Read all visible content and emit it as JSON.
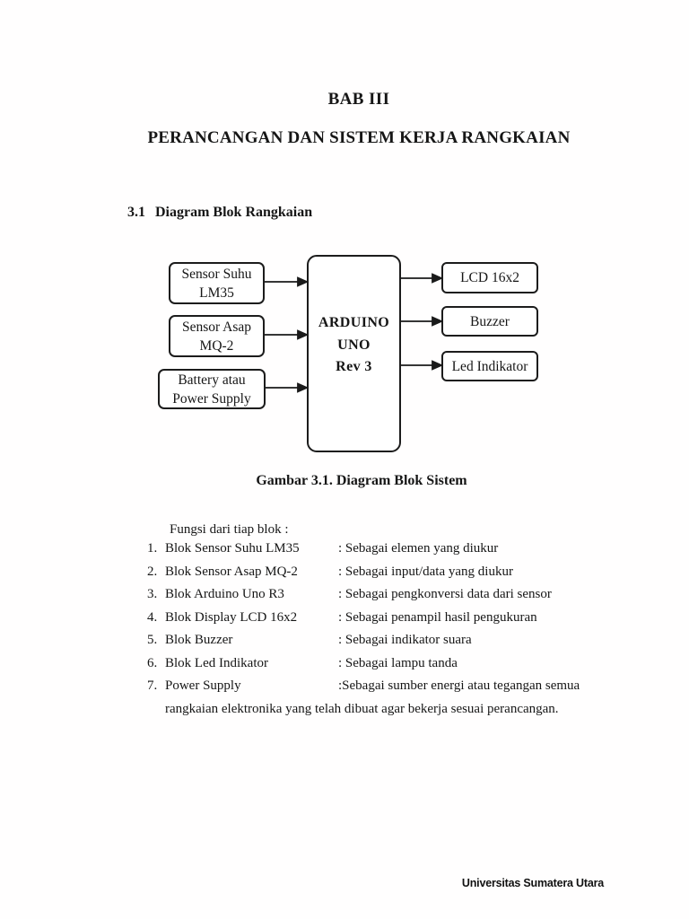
{
  "doc": {
    "chapter_title": "BAB III",
    "chapter_subtitle": "PERANCANGAN DAN SISTEM KERJA RANGKAIAN",
    "section": {
      "number": "3.1",
      "title": "Diagram Blok Rangkaian"
    },
    "figure_caption": "Gambar 3.1. Diagram Blok Sistem",
    "list_intro": "Fungsi dari tiap blok :",
    "footer": "Universitas Sumatera Utara"
  },
  "diagram": {
    "left_blocks": [
      {
        "line1": "Sensor Suhu",
        "line2": "LM35"
      },
      {
        "line1": "Sensor Asap",
        "line2": "MQ-2"
      },
      {
        "line1": "Battery atau",
        "line2": "Power Supply"
      }
    ],
    "center_block": {
      "line1": "ARDUINO",
      "line2": "UNO",
      "line3": "Rev 3"
    },
    "right_blocks": [
      {
        "label": "LCD 16x2"
      },
      {
        "label": "Buzzer"
      },
      {
        "label": "Led Indikator"
      }
    ],
    "line_color": "#1a1a1a"
  },
  "function_list": [
    {
      "no": "1.",
      "label": "Blok Sensor Suhu LM35",
      "desc": ": Sebagai elemen yang diukur"
    },
    {
      "no": "2.",
      "label": "Blok Sensor Asap MQ-2",
      "desc": ": Sebagai input/data yang diukur"
    },
    {
      "no": "3.",
      "label": "Blok Arduino Uno R3",
      "desc": ": Sebagai pengkonversi data dari sensor"
    },
    {
      "no": "4.",
      "label": "Blok Display LCD 16x2",
      "desc": ": Sebagai penampil hasil pengukuran"
    },
    {
      "no": "5.",
      "label": "Blok Buzzer",
      "desc": ": Sebagai indikator suara"
    },
    {
      "no": "6.",
      "label": "Blok Led Indikator",
      "desc": ": Sebagai lampu tanda"
    },
    {
      "no": "7.",
      "label": "Power Supply",
      "desc": ":Sebagai sumber energi atau tegangan semua",
      "desc_cont": "rangkaian elektronika yang telah dibuat agar bekerja sesuai perancangan."
    }
  ]
}
